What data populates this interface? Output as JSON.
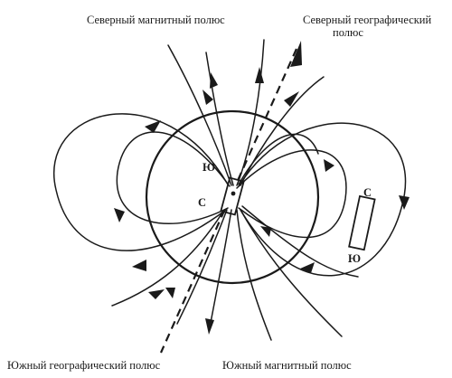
{
  "labels": {
    "north_magnetic_pole": "Северный магнитный полюс",
    "north_geographic_pole_line1": "Северный географический",
    "north_geographic_pole_line2": "полюс",
    "south_geographic_pole": "Южный географический полюс",
    "south_magnetic_pole": "Южный магнитный полюс",
    "earth_magnet_top": "Ю",
    "earth_magnet_left": "С",
    "compass_top": "С",
    "compass_bottom": "Ю"
  },
  "colors": {
    "ink": "#1a1a1a",
    "background": "#ffffff"
  }
}
